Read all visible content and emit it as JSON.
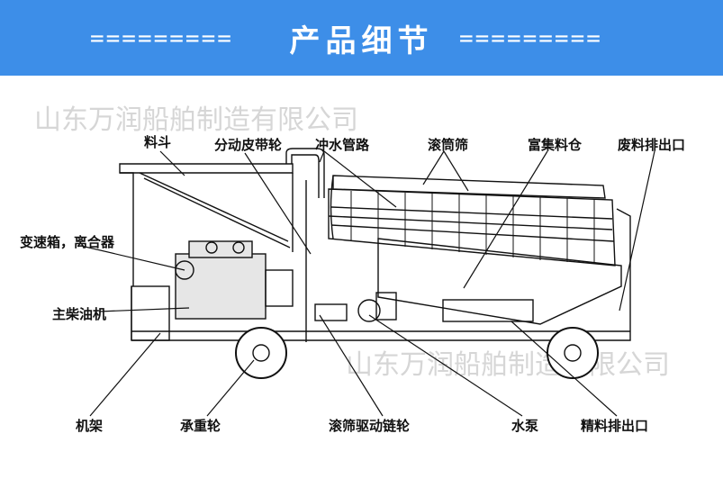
{
  "header": {
    "title": "产品细节",
    "deco_left": "=========",
    "deco_right": "========="
  },
  "watermarks": [
    "山东万润船舶制造有限公司",
    "山东万润船舶制造有限公司"
  ],
  "labels": {
    "hopper": "料斗",
    "belt_pulley": "分动皮带轮",
    "flush_pipe": "冲水管路",
    "drum_screen": "滚筒筛",
    "collect_bin": "富集料仓",
    "waste_outlet": "废料排出口",
    "gearbox": "变速箱，离合器",
    "diesel": "主柴油机",
    "frame": "机架",
    "wheel": "承重轮",
    "chain_wheel": "滚筛驱动链轮",
    "pump": "水泵",
    "fine_outlet": "精料排出口"
  }
}
